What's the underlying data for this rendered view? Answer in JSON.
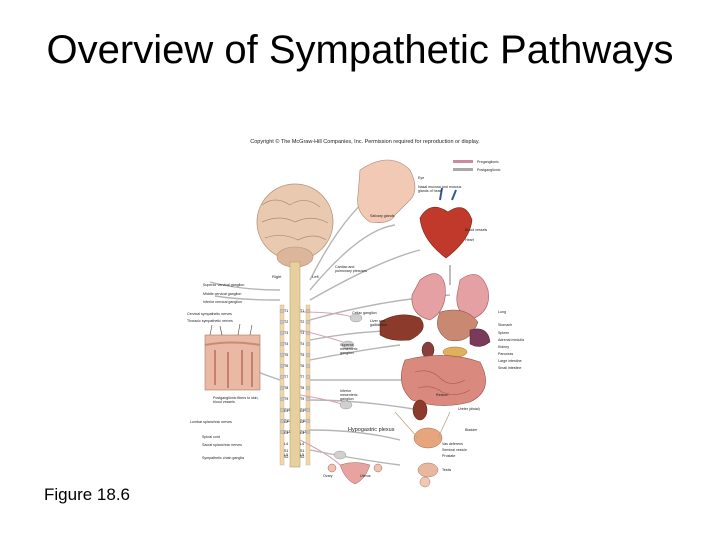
{
  "title": "Overview of Sympathetic Pathways",
  "copyright": "Copyright © The McGraw-Hill Companies, Inc. Permission required for reproduction or display.",
  "figure_label": "Figure 18.6",
  "legend": [
    {
      "label": "Preganglionic",
      "color": "#c98aa4"
    },
    {
      "label": "Postganglionic",
      "color": "#a9a9a9"
    }
  ],
  "side_labels": {
    "right": "Right",
    "left": "Left"
  },
  "left_labels": {
    "superior_cervical": "Superior cervical ganglion",
    "middle_cervical": "Middle cervical ganglion",
    "inferior_cervical": "Inferior cervical ganglion",
    "cardiac_nerves": "Cardiac and pulmonary plexuses",
    "cervical_sympathetic": "Cervical sympathetic nerves",
    "thoracic_sympathetic": "Thoracic sympathetic nerves",
    "postganglionic_skin": "Postganglionic fibers to skin, blood vessels",
    "splanchnic": "Lumbar splanchnic nerves",
    "spinal_cord": "Spinal cord",
    "sacral_nerves": "Sacral splanchnic nerves",
    "sympathetic_chain": "Sympathetic chain ganglia"
  },
  "right_labels": {
    "eye": "Eye",
    "nasal": "Nasal mucosa and mucous glands of head",
    "salivary": "Salivary glands",
    "blood_vessels": "Blood vessels",
    "heart": "Heart",
    "cardiac_plexus": "Cardiac and pulmonary plexuses",
    "lung": "Lung",
    "celiac": "Celiac ganglion",
    "liver": "Liver and gallbladder",
    "superior_mesenteric": "Superior mesenteric ganglion",
    "stomach": "Stomach",
    "spleen": "Spleen",
    "adrenal": "Adrenal medulla",
    "kidney": "Kidney",
    "pancreas": "Pancreas",
    "large_intestine": "Large intestine",
    "small_intestine": "Small intestine",
    "inferior_mesenteric": "Inferior mesenteric ganglion",
    "rectum": "Rectum",
    "ureter": "Ureter (distal)",
    "bladder": "Bladder",
    "hypogastric": "Hypogastric plexus",
    "vas": "Vas deferens",
    "seminal": "Seminal vesicle",
    "prostate": "Prostate",
    "testis": "Testis",
    "ovary": "Ovary",
    "uterus": "Uterus"
  },
  "segments": {
    "thoracic": [
      "T1",
      "T2",
      "T3",
      "T4",
      "T5",
      "T6",
      "T7",
      "T8",
      "T9",
      "T10",
      "T11",
      "T12"
    ],
    "lumbar": [
      "L1",
      "L2",
      "L3",
      "L4",
      "L5"
    ],
    "sacral": [
      "S1",
      "S2"
    ]
  }
}
